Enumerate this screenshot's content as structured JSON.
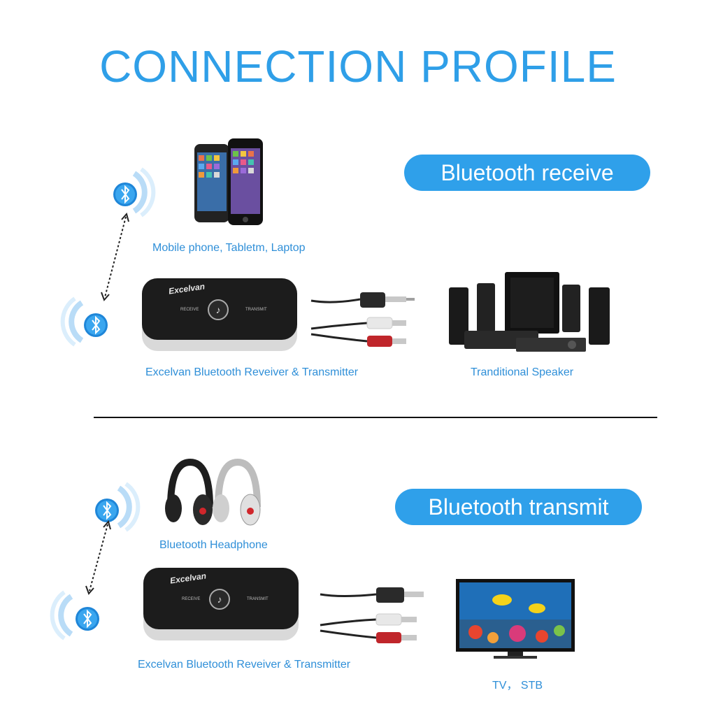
{
  "header": {
    "title": "CONNECTION PROFILE"
  },
  "receive_section": {
    "pill_label": "Bluetooth receive",
    "source_caption": "Mobile phone, Tabletm,  Laptop",
    "device_caption": "Excelvan Bluetooth Reveiver & Transmitter",
    "output_caption": "Tranditional Speaker",
    "device_brand": "Excelvan",
    "device_left_label": "RECEIVE",
    "device_right_label": "TRANSMIT"
  },
  "transmit_section": {
    "pill_label": "Bluetooth transmit",
    "source_caption": "Bluetooth Headphone",
    "device_caption": "Excelvan Bluetooth Reveiver & Transmitter",
    "output_caption": "TV， STB",
    "device_brand": "Excelvan",
    "device_left_label": "RECEIVE",
    "device_right_label": "TRANSMIT"
  },
  "icons": [
    "bluetooth-icon",
    "smartphone-icon",
    "speaker-system-icon",
    "headphone-icon",
    "tv-icon",
    "audio-cable-icon"
  ],
  "colors": {
    "accent": "#2fa0ea",
    "title": "#2f9fe8",
    "caption": "#2f8fd8"
  }
}
